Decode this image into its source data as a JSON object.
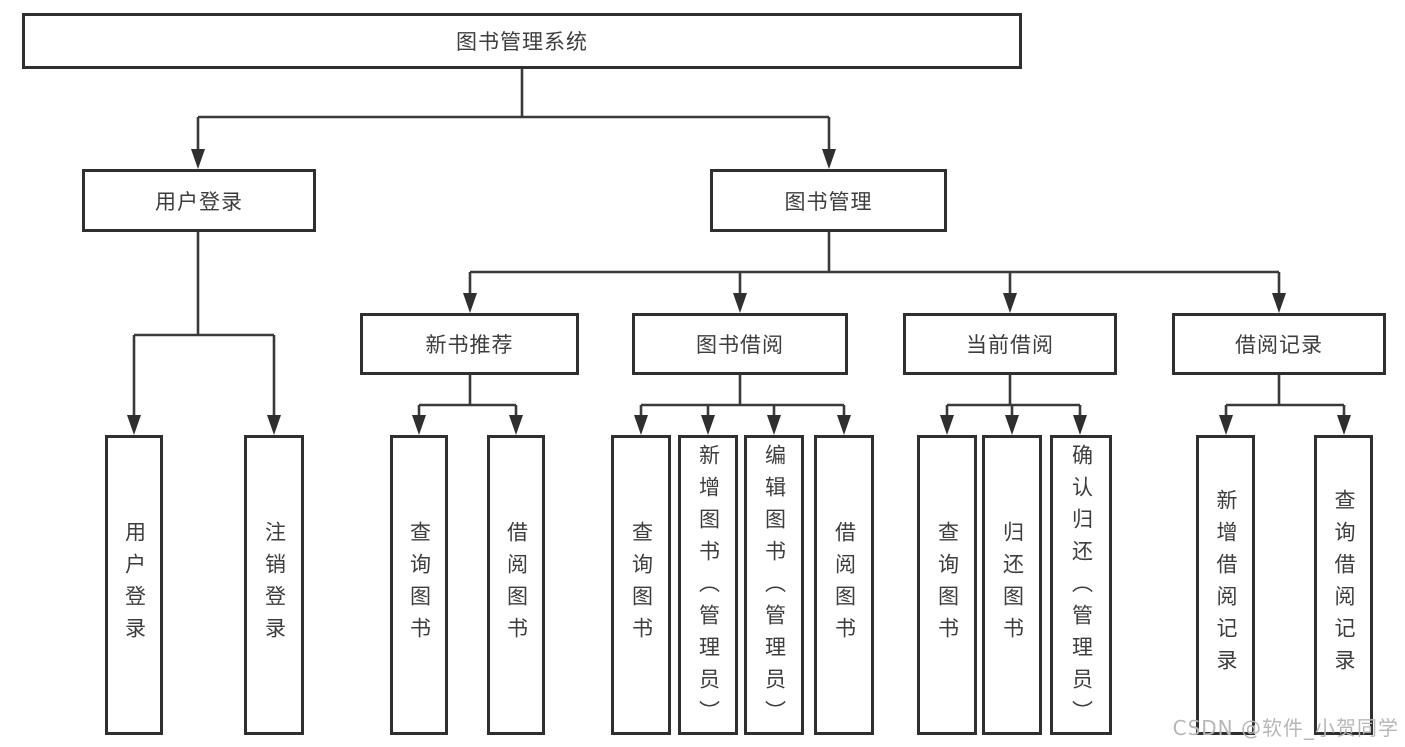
{
  "diagram": {
    "root": {
      "label": "图书管理系统"
    },
    "level2": [
      {
        "label": "用户登录"
      },
      {
        "label": "图书管理"
      }
    ],
    "level3": [
      {
        "label": "新书推荐"
      },
      {
        "label": "图书借阅"
      },
      {
        "label": "当前借阅"
      },
      {
        "label": "借阅记录"
      }
    ],
    "leaves": {
      "user_login": [
        "用户登录",
        "注销登录"
      ],
      "new_books": [
        "查询图书",
        "借阅图书"
      ],
      "book_borrow": [
        "查询图书",
        "新增图书（管理员）",
        "编辑图书（管理员）",
        "借阅图书"
      ],
      "current_borrow": [
        "查询图书",
        "归还图书",
        "确认归还（管理员）"
      ],
      "borrow_records": [
        "新增借阅记录",
        "查询借阅记录"
      ]
    },
    "watermark": "CSDN @软件_小贺同学",
    "colors": {
      "line": "#3a3a3a",
      "box_border": "#2f2f2f",
      "text": "#3d3d3d",
      "watermark_text": "#b7b7b7",
      "background": "#ffffff"
    }
  }
}
